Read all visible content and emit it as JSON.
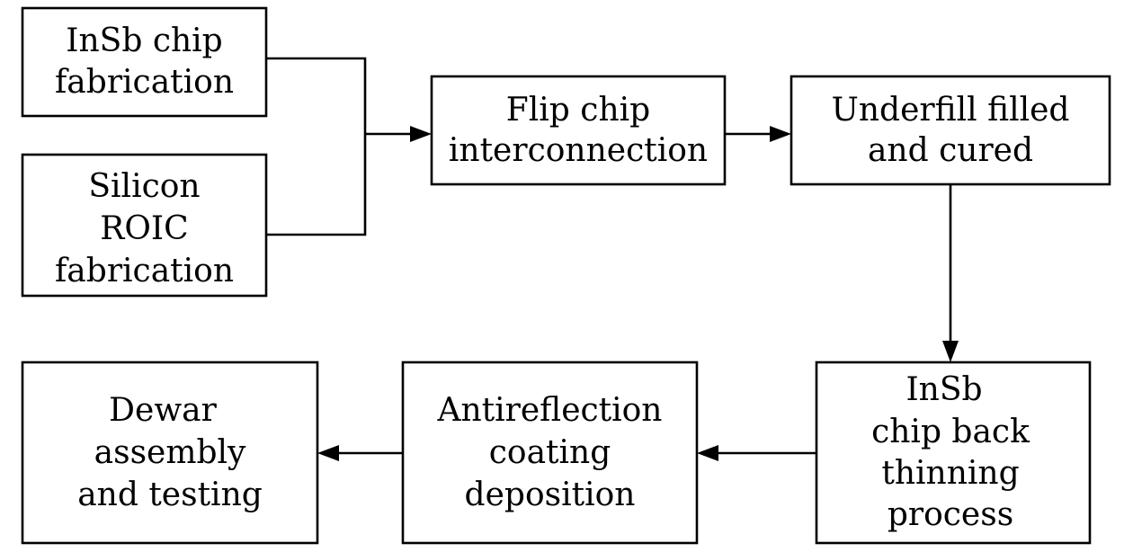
{
  "diagram": {
    "nodes": {
      "insb_chip_fabrication": {
        "lines": [
          "InSb chip",
          "fabrication"
        ]
      },
      "silicon_roic_fabrication": {
        "lines": [
          "Silicon",
          "ROIC",
          "fabrication"
        ]
      },
      "flip_chip_interconnection": {
        "lines": [
          "Flip chip",
          "interconnection"
        ]
      },
      "underfill_filled_and_cured": {
        "lines": [
          "Underfill filled",
          "and cured"
        ]
      },
      "insb_back_thinning": {
        "lines": [
          "InSb",
          "chip back",
          "thinning",
          "process"
        ]
      },
      "antireflection_coating_deposition": {
        "lines": [
          "Antireflection",
          "coating",
          "deposition"
        ]
      },
      "dewar_assembly_and_testing": {
        "lines": [
          "Dewar",
          "assembly",
          "and testing"
        ]
      }
    },
    "edges": [
      {
        "from": "insb_chip_fabrication",
        "to": "flip_chip_interconnection"
      },
      {
        "from": "silicon_roic_fabrication",
        "to": "flip_chip_interconnection"
      },
      {
        "from": "flip_chip_interconnection",
        "to": "underfill_filled_and_cured"
      },
      {
        "from": "underfill_filled_and_cured",
        "to": "insb_back_thinning"
      },
      {
        "from": "insb_back_thinning",
        "to": "antireflection_coating_deposition"
      },
      {
        "from": "antireflection_coating_deposition",
        "to": "dewar_assembly_and_testing"
      }
    ]
  }
}
